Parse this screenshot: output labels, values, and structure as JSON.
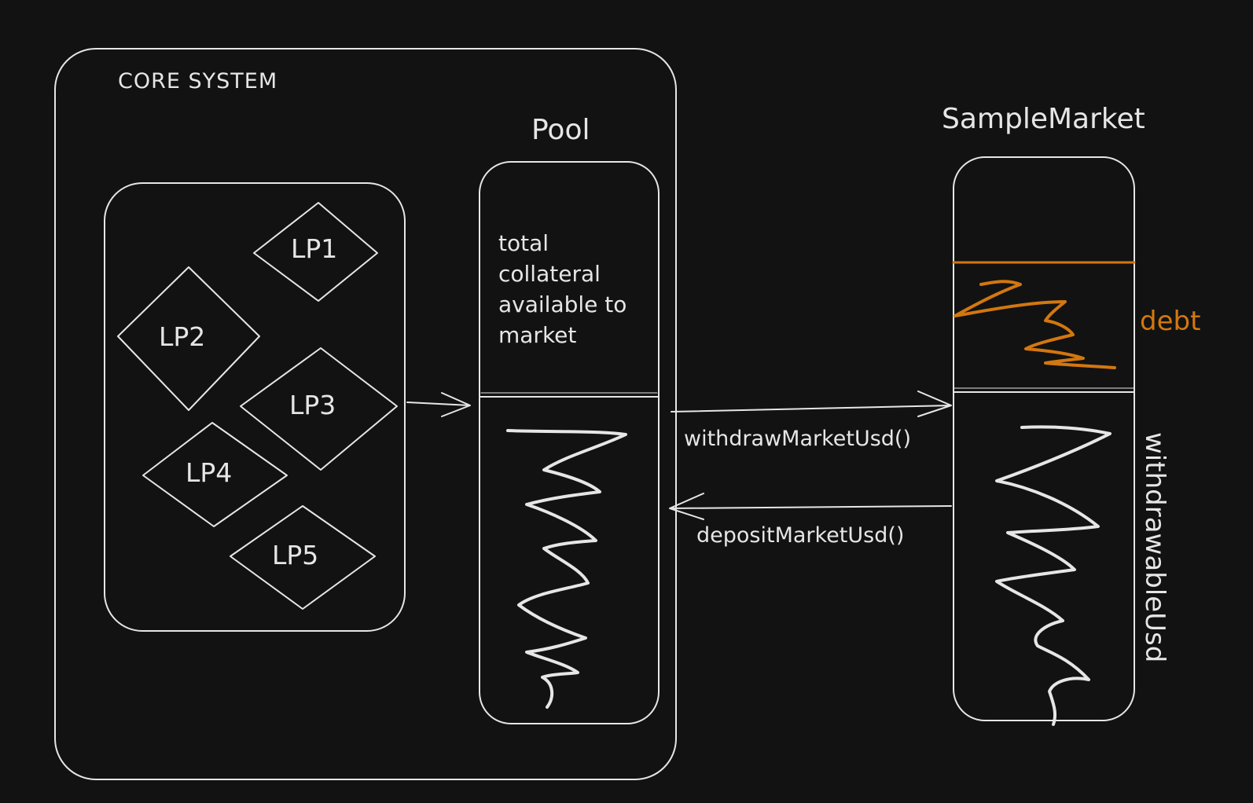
{
  "core_system": {
    "title": "CORE SYSTEM"
  },
  "liquidity_providers": [
    "LP1",
    "LP2",
    "LP3",
    "LP4",
    "LP5"
  ],
  "pool": {
    "title": "Pool",
    "description": "total collateral available to market"
  },
  "market": {
    "title": "SampleMarket",
    "debt_label": "debt",
    "withdrawable_label": "withdrawableUsd"
  },
  "arrows": {
    "withdraw": "withdrawMarketUsd()",
    "deposit": "depositMarketUsd()"
  },
  "colors": {
    "background": "#121212",
    "stroke": "#e6e6e6",
    "debt": "#d3770f"
  }
}
